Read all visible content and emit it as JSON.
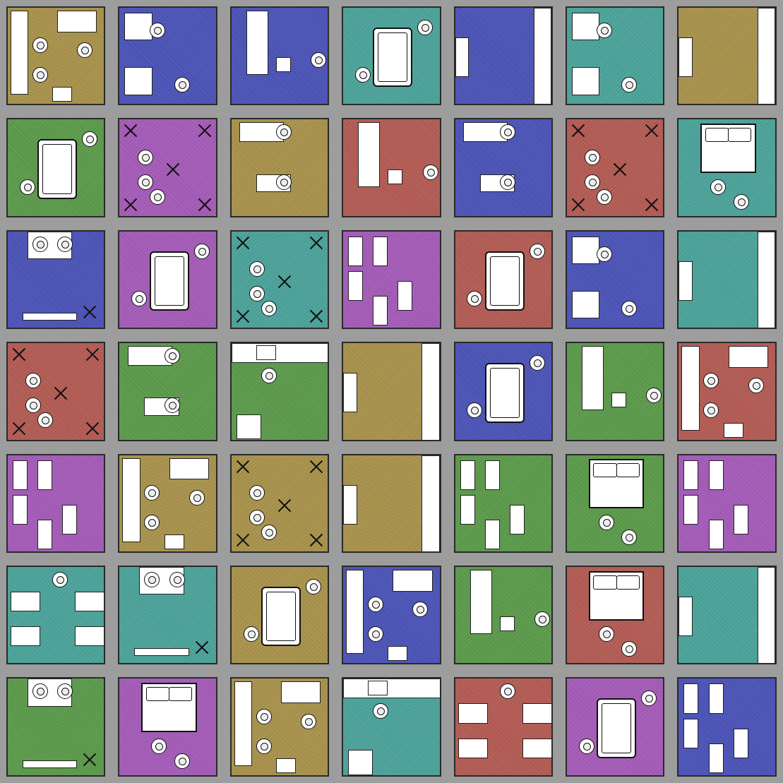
{
  "colors": {
    "wall": "#9d9d9d",
    "olive": "#a8924a",
    "blue": "#4a52b8",
    "teal": "#4aa39a",
    "green": "#5a9a4a",
    "magenta": "#a45ab8",
    "red": "#b35a52"
  },
  "grid": {
    "rows": 7,
    "cols": 7
  },
  "rooms": [
    {
      "row": 0,
      "col": 0,
      "color": "olive",
      "type": "office"
    },
    {
      "row": 0,
      "col": 1,
      "color": "blue",
      "type": "lounge"
    },
    {
      "row": 0,
      "col": 2,
      "color": "blue",
      "type": "salon"
    },
    {
      "row": 0,
      "col": 3,
      "color": "teal",
      "type": "billiards"
    },
    {
      "row": 0,
      "col": 4,
      "color": "blue",
      "type": "hallway"
    },
    {
      "row": 0,
      "col": 5,
      "color": "teal",
      "type": "lounge"
    },
    {
      "row": 0,
      "col": 6,
      "color": "olive",
      "type": "hallway"
    },
    {
      "row": 1,
      "col": 0,
      "color": "green",
      "type": "billiards"
    },
    {
      "row": 1,
      "col": 1,
      "color": "magenta",
      "type": "meeting"
    },
    {
      "row": 1,
      "col": 2,
      "color": "olive",
      "type": "gym"
    },
    {
      "row": 1,
      "col": 3,
      "color": "red",
      "type": "salon"
    },
    {
      "row": 1,
      "col": 4,
      "color": "blue",
      "type": "gym"
    },
    {
      "row": 1,
      "col": 5,
      "color": "red",
      "type": "meeting"
    },
    {
      "row": 1,
      "col": 6,
      "color": "teal",
      "type": "bedroom"
    },
    {
      "row": 2,
      "col": 0,
      "color": "blue",
      "type": "tv"
    },
    {
      "row": 2,
      "col": 1,
      "color": "magenta",
      "type": "billiards"
    },
    {
      "row": 2,
      "col": 2,
      "color": "teal",
      "type": "meeting"
    },
    {
      "row": 2,
      "col": 3,
      "color": "magenta",
      "type": "bikes"
    },
    {
      "row": 2,
      "col": 4,
      "color": "red",
      "type": "billiards"
    },
    {
      "row": 2,
      "col": 5,
      "color": "blue",
      "type": "lounge"
    },
    {
      "row": 2,
      "col": 6,
      "color": "teal",
      "type": "hallway"
    },
    {
      "row": 3,
      "col": 0,
      "color": "red",
      "type": "meeting"
    },
    {
      "row": 3,
      "col": 1,
      "color": "green",
      "type": "gym"
    },
    {
      "row": 3,
      "col": 2,
      "color": "green",
      "type": "kitchen"
    },
    {
      "row": 3,
      "col": 3,
      "color": "olive",
      "type": "hallway"
    },
    {
      "row": 3,
      "col": 4,
      "color": "blue",
      "type": "billiards"
    },
    {
      "row": 3,
      "col": 5,
      "color": "green",
      "type": "salon"
    },
    {
      "row": 3,
      "col": 6,
      "color": "red",
      "type": "office"
    },
    {
      "row": 4,
      "col": 0,
      "color": "magenta",
      "type": "bikes"
    },
    {
      "row": 4,
      "col": 1,
      "color": "olive",
      "type": "office"
    },
    {
      "row": 4,
      "col": 2,
      "color": "olive",
      "type": "meeting"
    },
    {
      "row": 4,
      "col": 3,
      "color": "olive",
      "type": "hallway"
    },
    {
      "row": 4,
      "col": 4,
      "color": "green",
      "type": "bikes"
    },
    {
      "row": 4,
      "col": 5,
      "color": "green",
      "type": "bedroom"
    },
    {
      "row": 4,
      "col": 6,
      "color": "magenta",
      "type": "bikes"
    },
    {
      "row": 5,
      "col": 0,
      "color": "teal",
      "type": "desks"
    },
    {
      "row": 5,
      "col": 1,
      "color": "teal",
      "type": "tv"
    },
    {
      "row": 5,
      "col": 2,
      "color": "olive",
      "type": "billiards"
    },
    {
      "row": 5,
      "col": 3,
      "color": "blue",
      "type": "office"
    },
    {
      "row": 5,
      "col": 4,
      "color": "green",
      "type": "salon"
    },
    {
      "row": 5,
      "col": 5,
      "color": "red",
      "type": "bedroom"
    },
    {
      "row": 5,
      "col": 6,
      "color": "teal",
      "type": "hallway"
    },
    {
      "row": 6,
      "col": 0,
      "color": "green",
      "type": "tv"
    },
    {
      "row": 6,
      "col": 1,
      "color": "magenta",
      "type": "bedroom"
    },
    {
      "row": 6,
      "col": 2,
      "color": "olive",
      "type": "office"
    },
    {
      "row": 6,
      "col": 3,
      "color": "teal",
      "type": "kitchen"
    },
    {
      "row": 6,
      "col": 4,
      "color": "red",
      "type": "desks"
    },
    {
      "row": 6,
      "col": 5,
      "color": "magenta",
      "type": "billiards"
    },
    {
      "row": 6,
      "col": 6,
      "color": "blue",
      "type": "bikes"
    }
  ]
}
